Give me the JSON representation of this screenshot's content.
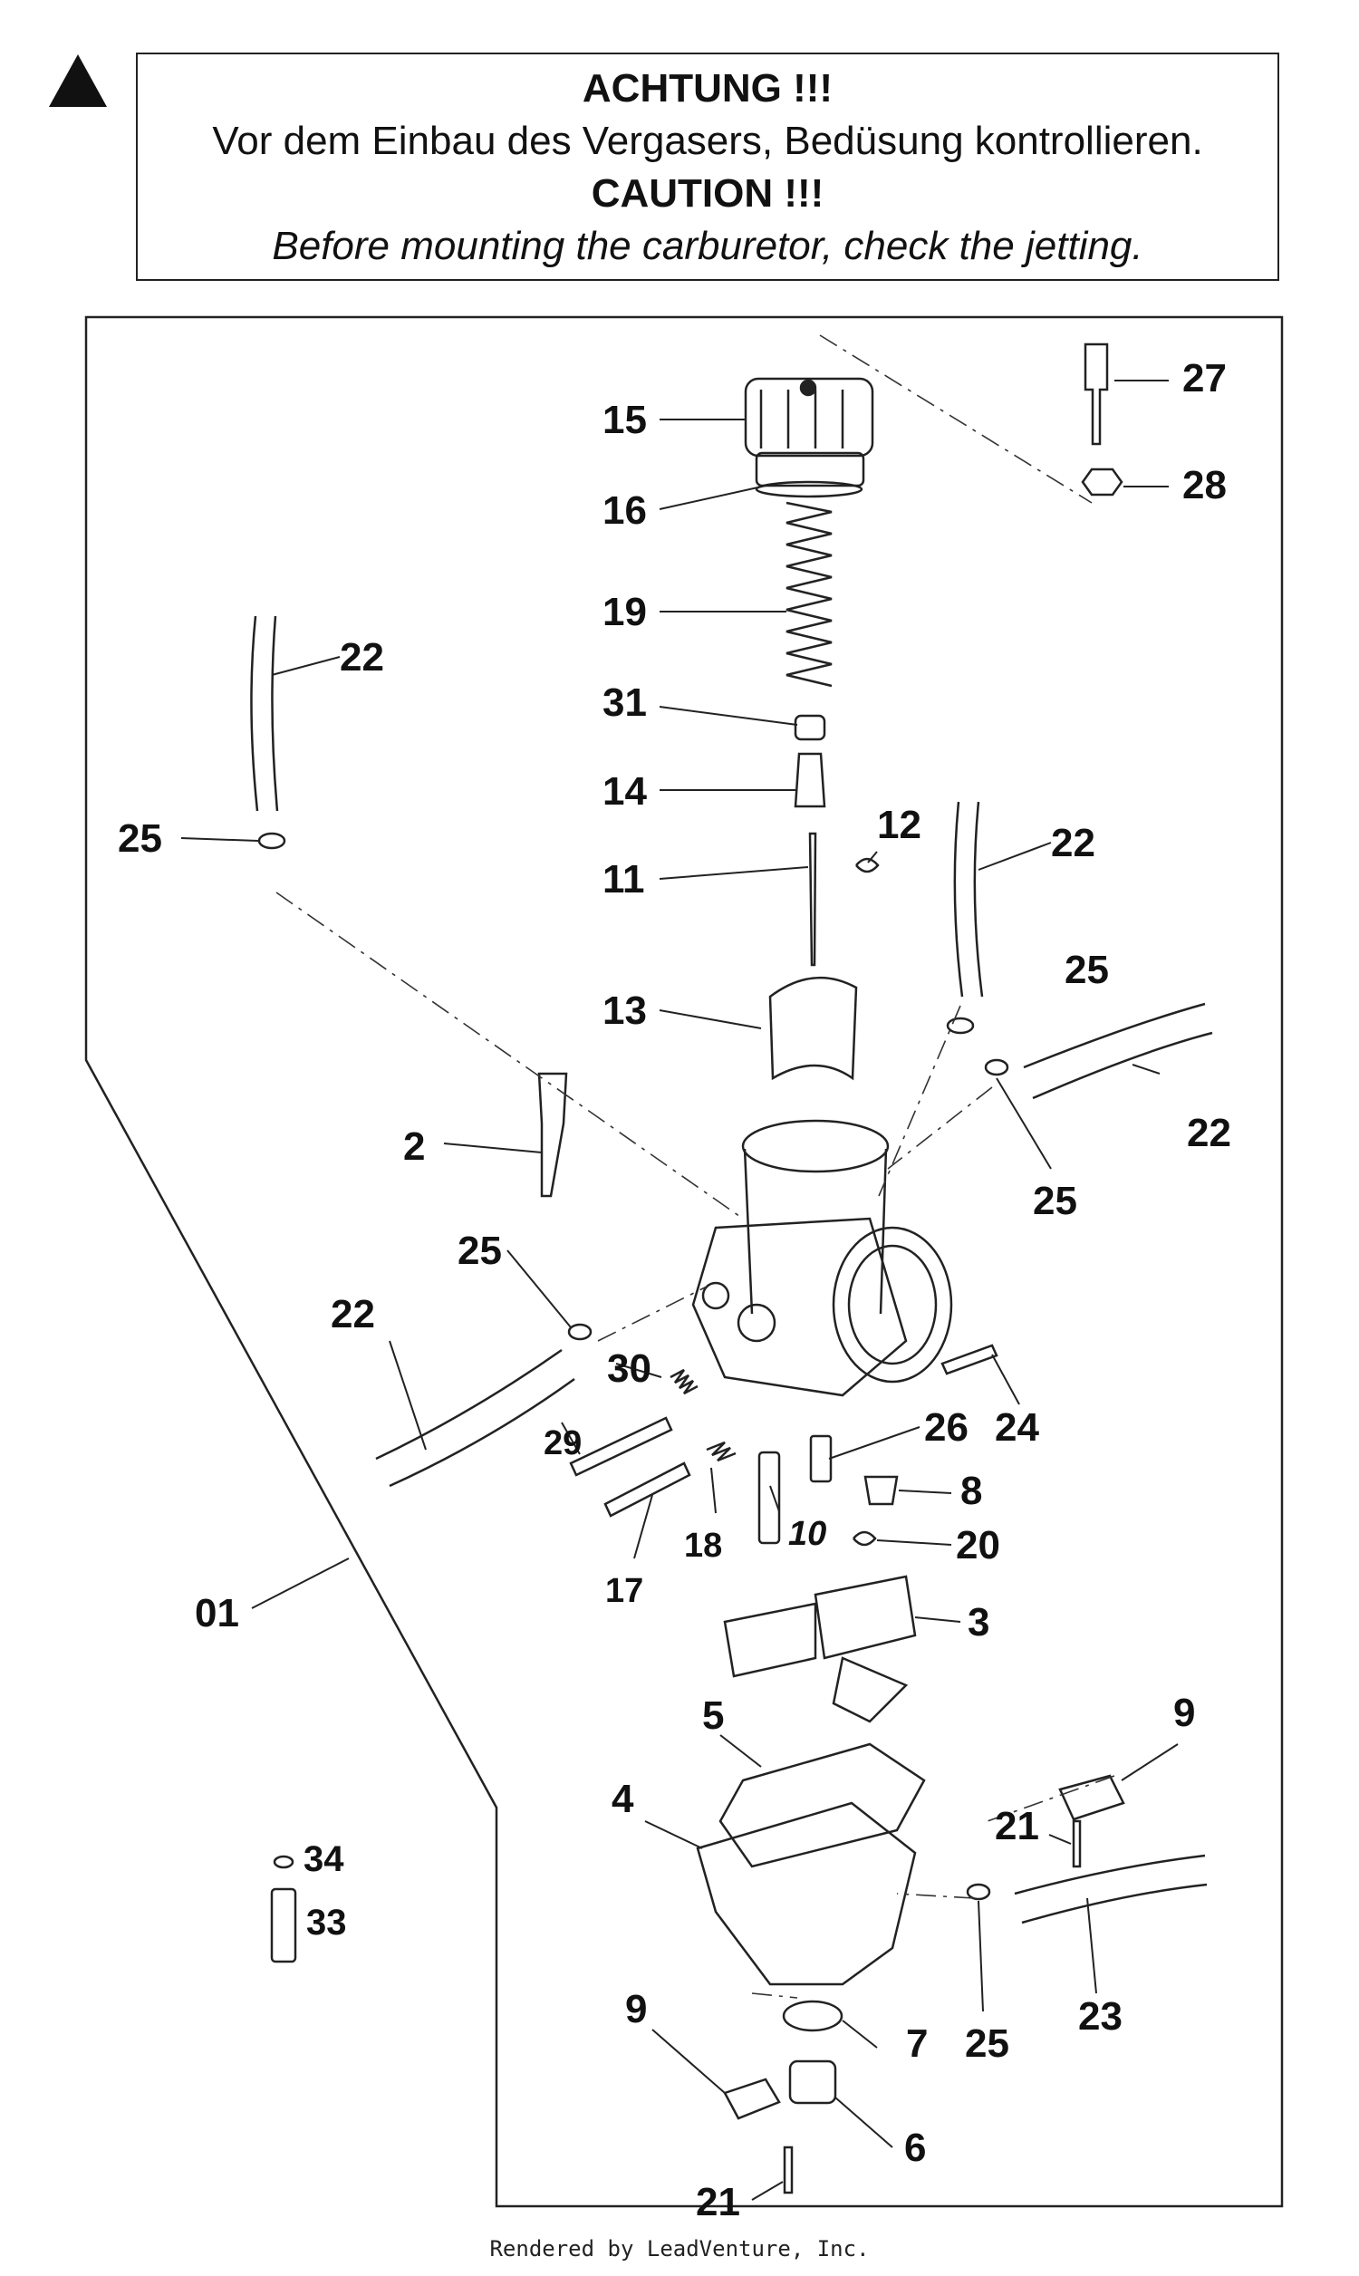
{
  "notice": {
    "title_de": "ACHTUNG !!!",
    "text_de": "Vor dem Einbau des Vergasers, Bedüsung kontrollieren.",
    "title_en": "CAUTION !!!",
    "text_en": "Before mounting the carburetor, check the jetting."
  },
  "warning_icon": "warning-triangle-icon",
  "labels": {
    "l15": "15",
    "l16": "16",
    "l19": "19",
    "l31": "31",
    "l14": "14",
    "l11": "11",
    "l12": "12",
    "l13": "13",
    "l27": "27",
    "l28": "28",
    "l22a": "22",
    "l25a": "25",
    "l22b": "22",
    "l25b": "25",
    "l22c": "22",
    "l25c": "25",
    "l2": "2",
    "l25d": "25",
    "l22d": "22",
    "l30": "30",
    "l29": "29",
    "l17": "17",
    "l18": "18",
    "l10": "10",
    "l26": "26",
    "l24": "24",
    "l8": "8",
    "l20": "20",
    "l01": "01",
    "l3": "3",
    "l5": "5",
    "l4": "4",
    "l9a": "9",
    "l21a": "21",
    "l34": "34",
    "l33": "33",
    "l23": "23",
    "l25e": "25",
    "l7": "7",
    "l9b": "9",
    "l6": "6",
    "l21b": "21"
  },
  "footer": "Rendered by LeadVenture, Inc."
}
